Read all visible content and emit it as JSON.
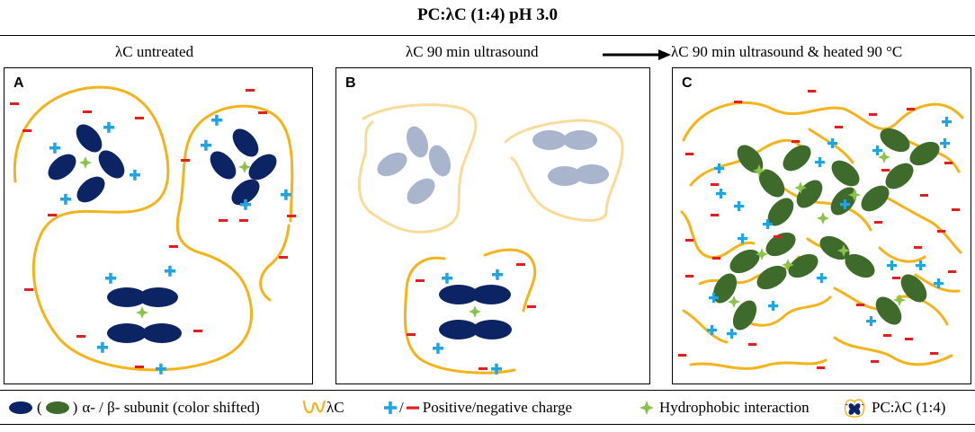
{
  "header": {
    "title": "PC:λC (1:4) pH 3.0"
  },
  "columns": {
    "untreated": "λC untreated",
    "ultrasound": "λC 90 min ultrasound",
    "heated": "λC 90 min ultrasound & heated 90 °C"
  },
  "panels": {
    "a_label": "A",
    "b_label": "B",
    "c_label": "C"
  },
  "legend": {
    "subunit_open": "(",
    "subunit_close": ")",
    "subunit_label": "α- / β- subunit (color shifted)",
    "carrageenan_label": "λC",
    "charge_sep": "/",
    "charge_label": "Positive/negative charge",
    "hydrophobic_label": "Hydrophobic interaction",
    "complex_label": "PC:λC (1:4)"
  },
  "colors": {
    "navy_subunit": "#0d2464",
    "green_subunit": "#3e6b2c",
    "carrageenan": "#f3b41b",
    "positive": "#21a4e0",
    "negative": "#e02020",
    "hydrophobic": "#8bc34a",
    "faded_subunit": "#a9b4cd"
  },
  "icons": [
    "ellipse-navy-icon",
    "ellipse-green-icon",
    "squiggle-icon",
    "plus-icon",
    "minus-icon",
    "star-icon",
    "complex-icon",
    "arrow-right-icon"
  ]
}
